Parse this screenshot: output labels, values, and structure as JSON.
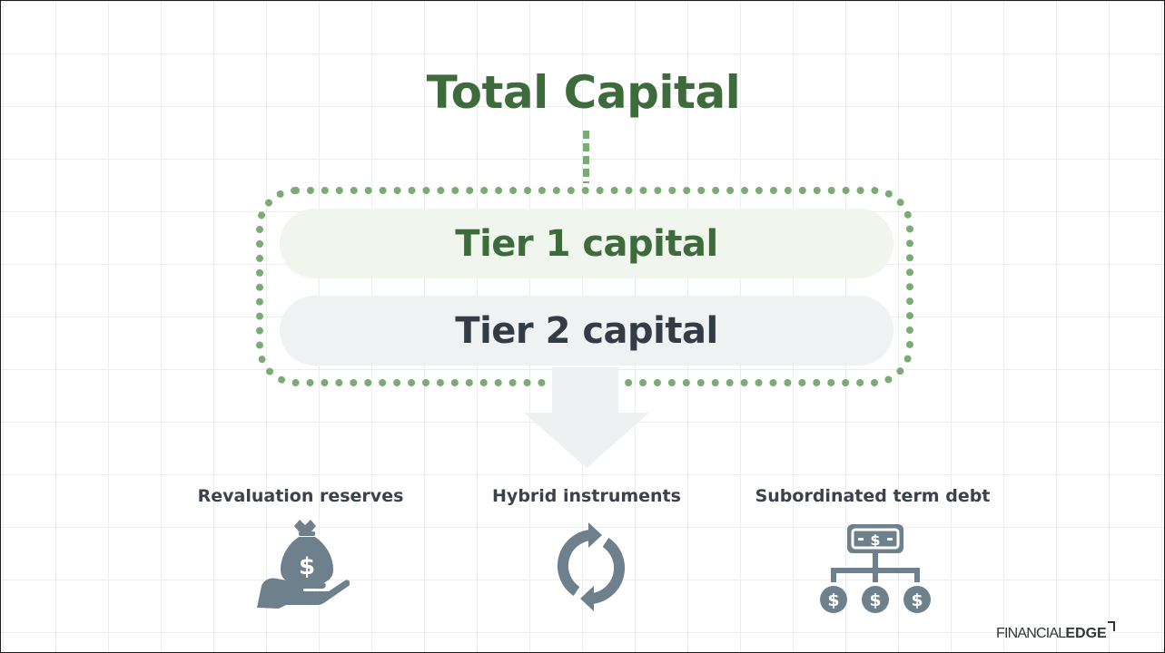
{
  "title": "Total Capital",
  "tiers": [
    {
      "label": "Tier 1 capital"
    },
    {
      "label": "Tier 2 capital"
    }
  ],
  "components": [
    {
      "label": "Revaluation reserves",
      "icon": "money-bag-hand-icon"
    },
    {
      "label": "Hybrid instruments",
      "icon": "cycle-arrows-icon"
    },
    {
      "label": "Subordinated term debt",
      "icon": "banknote-hierarchy-icon"
    }
  ],
  "logo": {
    "part1": "FINANCIAL",
    "part2": "EDGE"
  },
  "colors": {
    "title": "#3d6b3c",
    "tier1_bg": "#f0f5ed",
    "tier1_text": "#3d6b3c",
    "tier2_bg": "#eef2f3",
    "tier2_text": "#333c45",
    "dotted_border": "#7bab74",
    "arrow": "#edf1f1",
    "icon": "#6e808c",
    "label_text": "#3a424b"
  }
}
